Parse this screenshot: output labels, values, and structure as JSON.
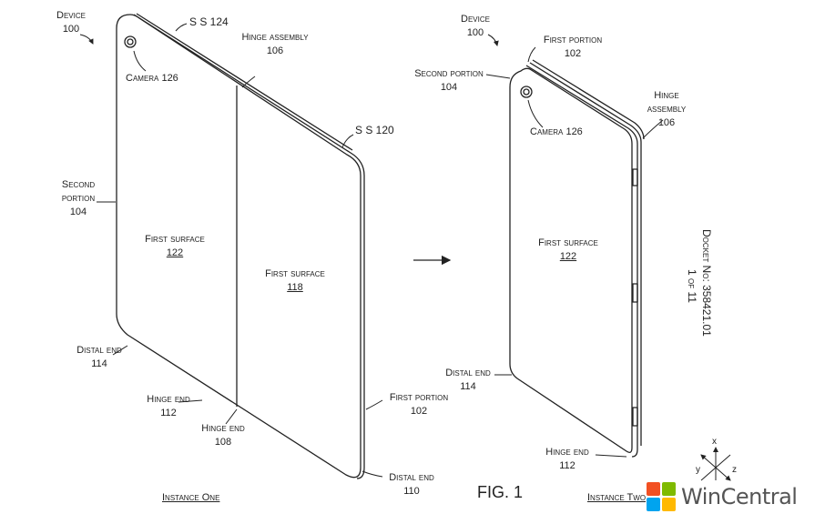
{
  "labels": {
    "device_one": "Device",
    "device_one_num": "100",
    "ss_124": "S S 124",
    "hinge_assembly_one": "Hinge assembly",
    "hinge_assembly_one_num": "106",
    "camera_one": "Camera 126",
    "ss_120": "S S 120",
    "second_portion_one": "Second portion",
    "second_portion_one_num": "104",
    "first_surface_122": "First surface",
    "first_surface_122_num": "122",
    "first_surface_118": "First surface",
    "first_surface_118_num": "118",
    "distal_end_114": "Distal end",
    "distal_end_114_num": "114",
    "hinge_end_112": "Hinge end",
    "hinge_end_112_num": "112",
    "hinge_end_108": "Hinge end",
    "hinge_end_108_num": "108",
    "first_portion_one": "First portion",
    "first_portion_one_num": "102",
    "distal_end_110": "Distal end",
    "distal_end_110_num": "110",
    "instance_one": "Instance One",
    "fig": "FIG. 1",
    "instance_two": "Instance Two",
    "device_two": "Device",
    "device_two_num": "100",
    "first_portion_two": "First portion",
    "first_portion_two_num": "102",
    "second_portion_two": "Second portion",
    "second_portion_two_num": "104",
    "hinge_assembly_two": "Hinge assembly",
    "hinge_assembly_two_num": "106",
    "camera_two": "Camera 126",
    "first_surface_two": "First surface",
    "first_surface_two_num": "122",
    "distal_end_two": "Distal end",
    "distal_end_two_num": "114",
    "hinge_end_two": "Hinge end",
    "hinge_end_two_num": "112",
    "docket": "Docket No: 358421.01",
    "sheet": "1 of 11",
    "axis_x": "x",
    "axis_y": "y",
    "axis_z": "z"
  },
  "watermark": {
    "text": "WinCentral",
    "logo_colors": [
      "#f25022",
      "#7fba00",
      "#00a4ef",
      "#ffb900"
    ]
  }
}
